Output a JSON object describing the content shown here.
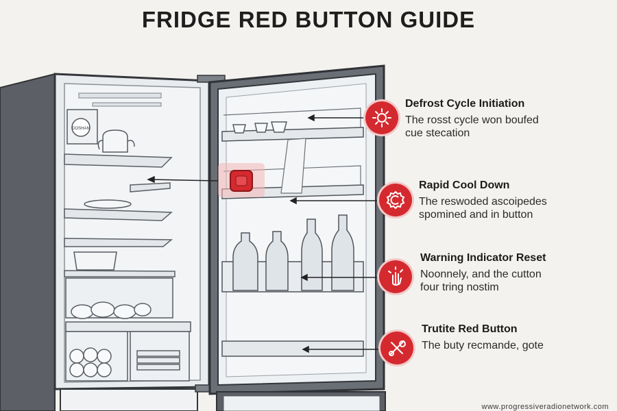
{
  "title": "FRIDGE RED BUTTON GUIDE",
  "fridge_label": "DOSHAN",
  "accent_color": "#d42a2f",
  "callouts": [
    {
      "title": "Defrost Cycle Initiation",
      "line1": "The rosst cycle won boufed",
      "line2": "cue stecation",
      "icon": "sun-icon"
    },
    {
      "title": "Rapid Cool Down",
      "line1": "The reswoded ascoipedes",
      "line2": "spomined and in button",
      "icon": "cycle-icon"
    },
    {
      "title": "Warning Indicator Reset",
      "line1": "Noonnely, and the cutton",
      "line2": "four tring nostim",
      "icon": "hand-icon"
    },
    {
      "title": "Trutite Red Button",
      "line1": "The buty recmande, gote",
      "line2": "",
      "icon": "crossed-tools-icon"
    }
  ],
  "watermark": "www.progressiveradionetwork.com"
}
